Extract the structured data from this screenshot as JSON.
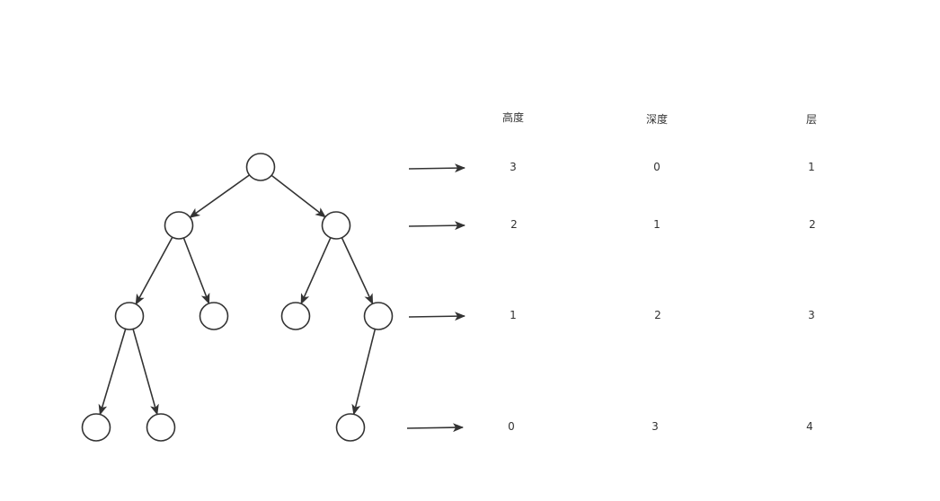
{
  "tree": {
    "nodes": [
      {
        "id": 0,
        "level": 1
      },
      {
        "id": 1,
        "level": 2,
        "parent": 0
      },
      {
        "id": 2,
        "level": 2,
        "parent": 0
      },
      {
        "id": 3,
        "level": 3,
        "parent": 1
      },
      {
        "id": 4,
        "level": 3,
        "parent": 1
      },
      {
        "id": 5,
        "level": 3,
        "parent": 2
      },
      {
        "id": 6,
        "level": 3,
        "parent": 2
      },
      {
        "id": 7,
        "level": 4,
        "parent": 3
      },
      {
        "id": 8,
        "level": 4,
        "parent": 3
      },
      {
        "id": 9,
        "level": 4,
        "parent": 6
      }
    ],
    "stroke_color": "#333333"
  },
  "table": {
    "headers": [
      "高度",
      "深度",
      "层"
    ],
    "rows": [
      [
        "3",
        "0",
        "1"
      ],
      [
        "2",
        "1",
        "2"
      ],
      [
        "1",
        "2",
        "3"
      ],
      [
        "0",
        "3",
        "4"
      ]
    ]
  }
}
